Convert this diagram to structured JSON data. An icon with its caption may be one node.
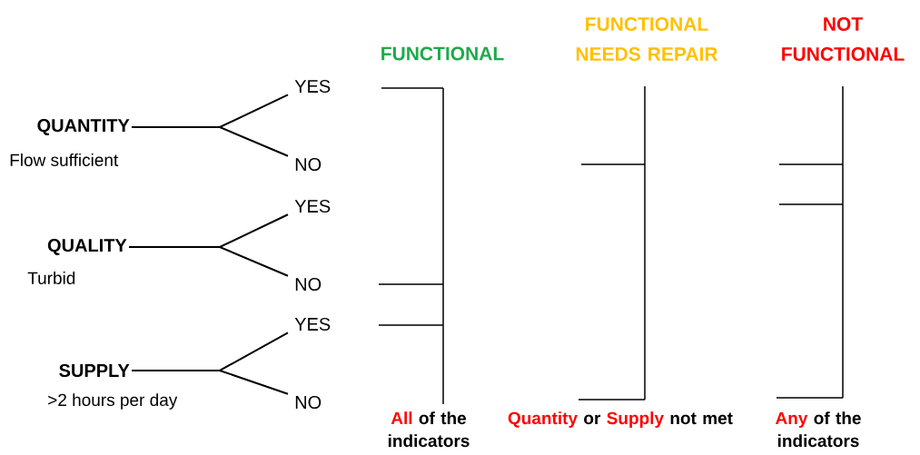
{
  "diagram": {
    "nodes": [
      {
        "text": [
          "QUANTITY"
        ],
        "beside": [
          "Flow sufficient"
        ]
      },
      {
        "text": [
          "YES"
        ]
      },
      {
        "text": [
          "NO"
        ]
      },
      {
        "text": [
          "QUALITY"
        ],
        "beside": [
          "Turbid"
        ]
      },
      {
        "text": [
          "YES"
        ]
      },
      {
        "text": [
          "NO"
        ]
      },
      {
        "text": [
          "SUPPLY"
        ],
        "beside": [
          ">2 hours per day"
        ]
      },
      {
        "text": [
          "YES"
        ]
      },
      {
        "text": [
          "NO"
        ]
      }
    ],
    "edges": [
      {
        "from": 0,
        "to": 1,
        "arrow": "none"
      },
      {
        "from": 0,
        "to": 2,
        "arrow": "none"
      },
      {
        "from": 3,
        "to": 4,
        "arrow": "none"
      },
      {
        "from": 3,
        "to": 5,
        "arrow": "none"
      },
      {
        "from": 6,
        "to": 7,
        "arrow": "none"
      },
      {
        "from": 6,
        "to": 8,
        "arrow": "none"
      }
    ],
    "labels": [
      "FUNCTIONAL",
      "FUNCTIONAL NEEDS REPAIR",
      "NOT FUNCTIONAL",
      "All",
      "of the indicators",
      "Quantity",
      "or",
      "Supply",
      "not met",
      "Any",
      "of the indicators"
    ]
  }
}
